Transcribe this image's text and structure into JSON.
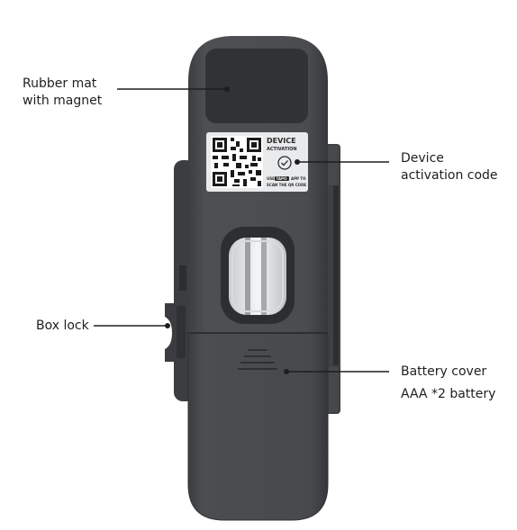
{
  "callouts": {
    "rubber_mat": {
      "line1": "Rubber mat",
      "line2": "with magnet"
    },
    "activation_code": {
      "line1": "Device",
      "line2": "activation code"
    },
    "box_lock": {
      "line1": "Box lock"
    },
    "battery_cover": {
      "line1": "Battery cover",
      "line2": "AAA *2 battery"
    }
  },
  "sticker": {
    "title_line1": "DEVICE",
    "title_line2": "ACTIVATION",
    "footer_line1_pre": "USE",
    "footer_line1_app": "TAPO",
    "footer_line1_post": "APP TO",
    "footer_line2": "SCAN THE QR CODE"
  },
  "colors": {
    "device_body": "#4a4c4f",
    "device_dark": "#35373a",
    "rubber_mat": "#303234",
    "sticker_bg": "#e9eaec",
    "leader_line": "#1e1e1e"
  }
}
